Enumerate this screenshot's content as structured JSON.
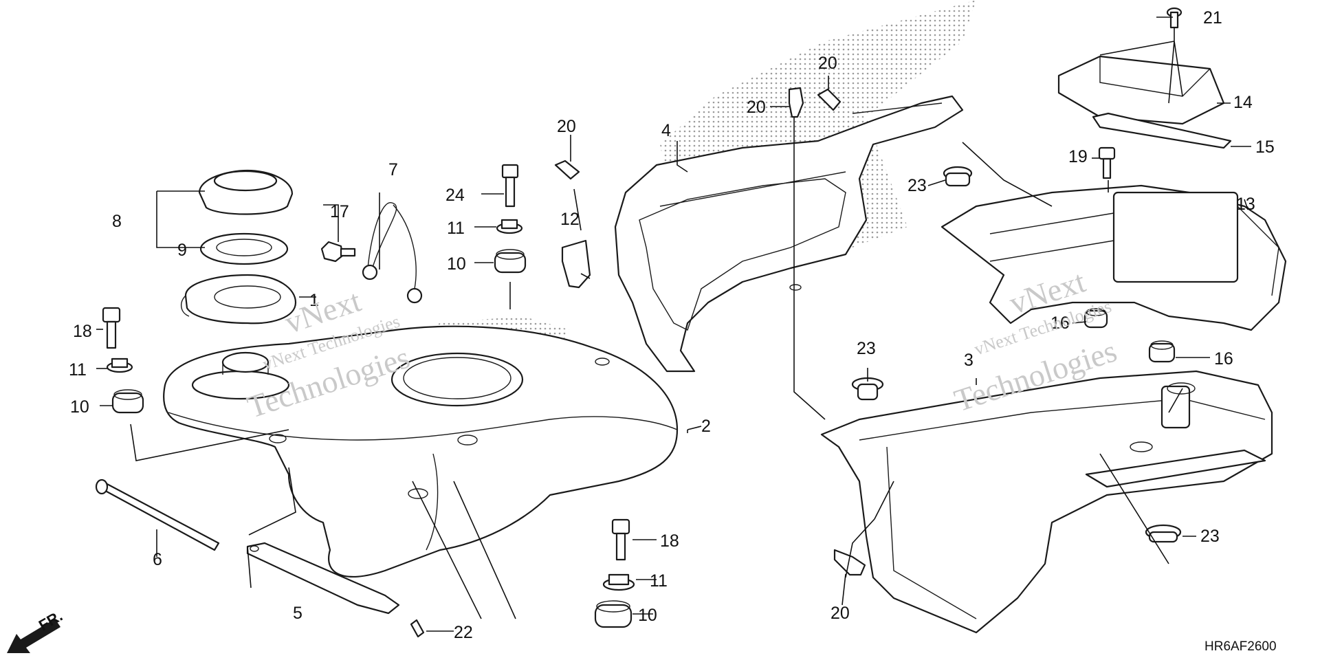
{
  "diagram": {
    "code": "HR6AF2600",
    "direction_label": "FR.",
    "watermarks": [
      {
        "line1": "vNext",
        "line2": "vNext Technologies",
        "line3": "Technologies"
      },
      {
        "line1": "vNext",
        "line2": "vNext Technologies",
        "line3": "Technologies"
      }
    ],
    "callouts": [
      "1",
      "2",
      "3",
      "4",
      "5",
      "6",
      "7",
      "8",
      "9",
      "10",
      "10",
      "10",
      "11",
      "11",
      "11",
      "12",
      "13",
      "14",
      "15",
      "16",
      "16",
      "17",
      "18",
      "18",
      "19",
      "20",
      "20",
      "20",
      "20",
      "21",
      "22",
      "23",
      "23",
      "23",
      "24"
    ]
  },
  "colors": {
    "line": "#1a1a1a",
    "shade": "#9a9a9a",
    "watermark": "#c9c9c9"
  }
}
